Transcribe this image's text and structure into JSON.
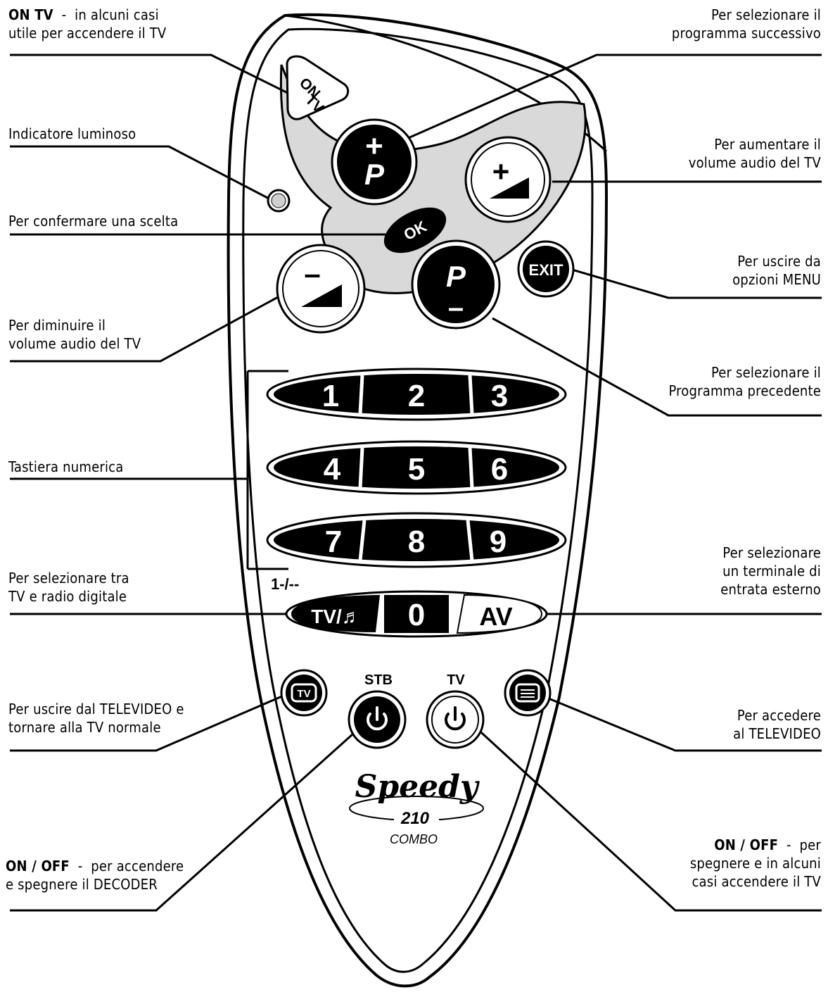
{
  "labels": {
    "on_tv": {
      "strong": "ON TV",
      "line1_rest": "  -  in alcuni casi",
      "line2": "utile per accendere il TV"
    },
    "indicator": {
      "line1": "Indicatore luminoso"
    },
    "confirm": {
      "line1": "Per confermare una scelta"
    },
    "vol_down": {
      "line1": "Per diminuire il",
      "line2": "volume audio del TV"
    },
    "keypad": {
      "line1": "Tastiera numerica"
    },
    "tv_radio": {
      "line1": "Per selezionare tra",
      "line2": "TV e radio digitale"
    },
    "exit_tv": {
      "line1": "Per uscire dal TELEVIDEO e",
      "line2": "tornare alla TV normale"
    },
    "onoff_decoder": {
      "strong": "ON / OFF",
      "line1_rest": "  -  per accendere",
      "line2": "e spegnere il DECODER"
    },
    "prog_next": {
      "line1": "Per selezionare il",
      "line2": "programma successivo"
    },
    "vol_up": {
      "line1": "Per aumentare il",
      "line2": "volume audio del TV"
    },
    "exit_menu": {
      "line1": "Per uscire da",
      "line2": "opzioni MENU"
    },
    "prog_prev": {
      "line1": "Per selezionare il",
      "line2": "Programma precedente"
    },
    "av": {
      "line1": "Per selezionare",
      "line2": "un terminale di",
      "line3": "entrata esterno"
    },
    "televideo": {
      "line1": "Per accedere",
      "line2": "al TELEVIDEO"
    },
    "onoff_tv": {
      "strong": "ON / OFF",
      "line1_rest": "  -  per",
      "line2": "spegnere e in alcuni",
      "line3": "casi accendere il TV"
    }
  },
  "remote": {
    "on_tv_top": "ON",
    "on_tv_bottom": "TV",
    "prog_up_sign": "+",
    "prog_letter": "P",
    "prog_down_sign": "–",
    "vol_up_sign": "+",
    "vol_down_sign": "–",
    "ok": "OK",
    "exit": "EXIT",
    "digits": [
      "1",
      "2",
      "3",
      "4",
      "5",
      "6",
      "7",
      "8",
      "9"
    ],
    "tv_radio_key": "TV/♬",
    "zero": "0",
    "av_key": "AV",
    "one_dash_label": "1-/--",
    "stb_label": "STB",
    "tv_label": "TV",
    "tv_key": "TV",
    "brand": "Speedy",
    "model": "210",
    "combo": "COMBO"
  }
}
